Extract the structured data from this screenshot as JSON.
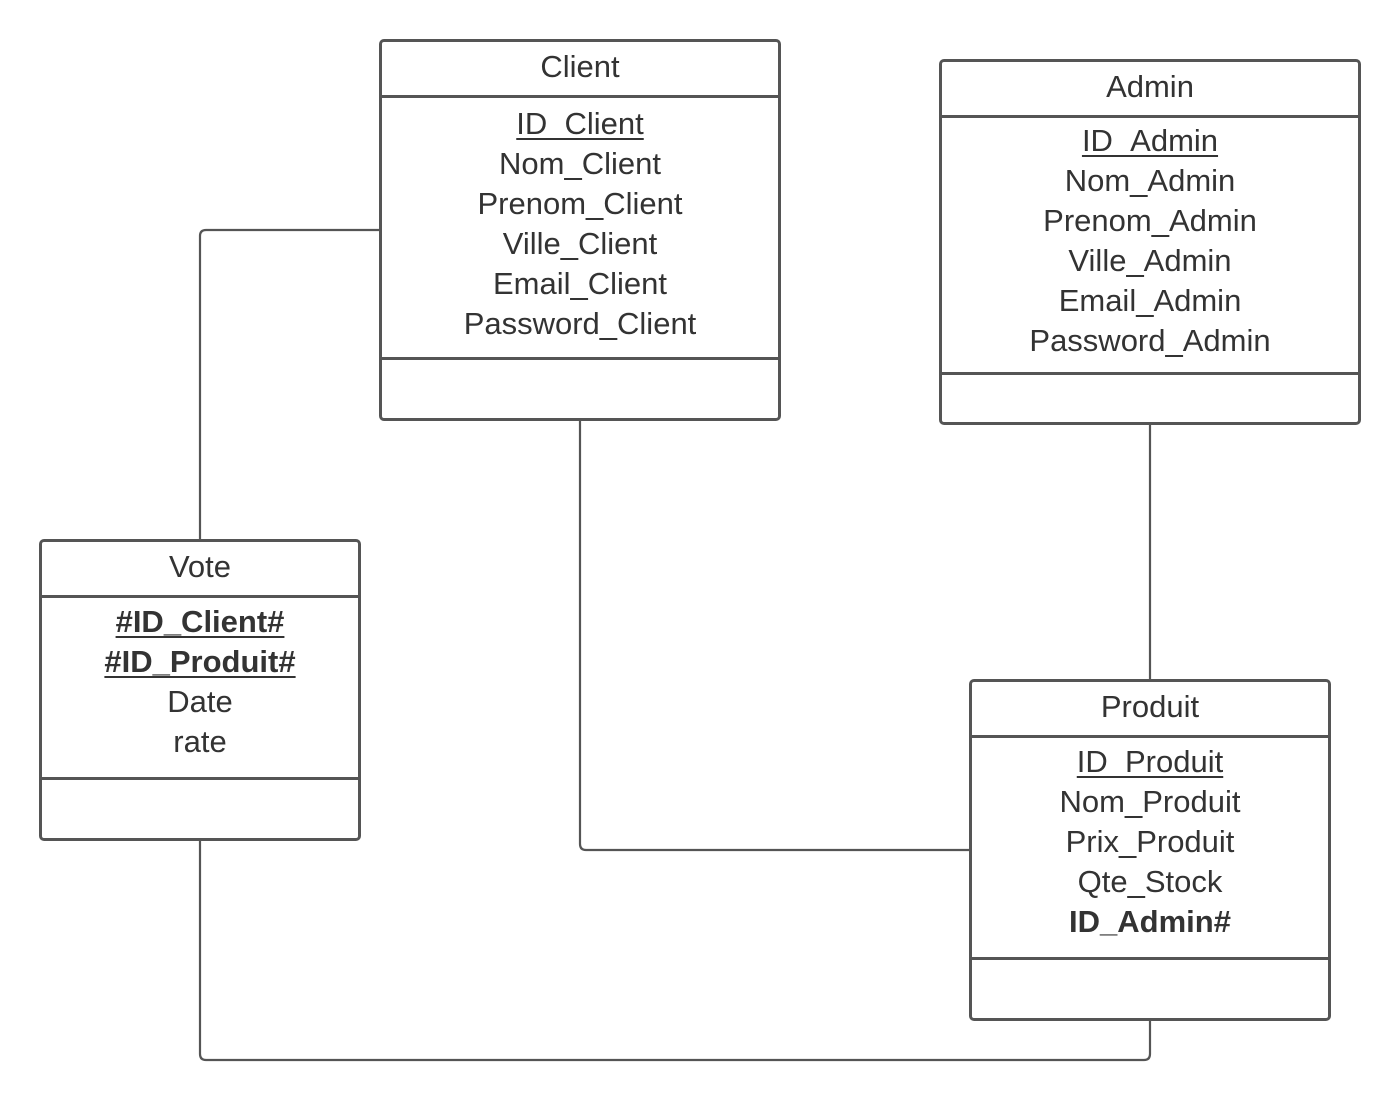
{
  "entities": {
    "client": {
      "name": "Client",
      "attributes": [
        {
          "text": "ID_Client",
          "style": "pk"
        },
        {
          "text": "Nom_Client",
          "style": "plain"
        },
        {
          "text": "Prenom_Client",
          "style": "plain"
        },
        {
          "text": "Ville_Client",
          "style": "plain"
        },
        {
          "text": "Email_Client",
          "style": "plain"
        },
        {
          "text": "Password_Client",
          "style": "plain"
        }
      ]
    },
    "admin": {
      "name": "Admin",
      "attributes": [
        {
          "text": "ID_Admin",
          "style": "pk"
        },
        {
          "text": "Nom_Admin",
          "style": "plain"
        },
        {
          "text": "Prenom_Admin",
          "style": "plain"
        },
        {
          "text": "Ville_Admin",
          "style": "plain"
        },
        {
          "text": "Email_Admin",
          "style": "plain"
        },
        {
          "text": "Password_Admin",
          "style": "plain"
        }
      ]
    },
    "vote": {
      "name": "Vote",
      "attributes": [
        {
          "text": "#ID_Client#",
          "style": "pk fk"
        },
        {
          "text": "#ID_Produit#",
          "style": "pk fk"
        },
        {
          "text": "Date",
          "style": "plain"
        },
        {
          "text": "rate",
          "style": "plain"
        }
      ]
    },
    "produit": {
      "name": "Produit",
      "attributes": [
        {
          "text": "ID_Produit",
          "style": "pk"
        },
        {
          "text": "Nom_Produit",
          "style": "plain"
        },
        {
          "text": "Prix_Produit",
          "style": "plain"
        },
        {
          "text": "Qte_Stock",
          "style": "plain"
        },
        {
          "text": "ID_Admin#",
          "style": "fk"
        }
      ]
    }
  },
  "relations": [
    {
      "from": "client",
      "to": "vote"
    },
    {
      "from": "client",
      "to": "produit"
    },
    {
      "from": "admin",
      "to": "produit"
    },
    {
      "from": "vote",
      "to": "produit"
    }
  ],
  "colors": {
    "stroke": "#555555",
    "text": "#333333",
    "background": "#ffffff"
  }
}
